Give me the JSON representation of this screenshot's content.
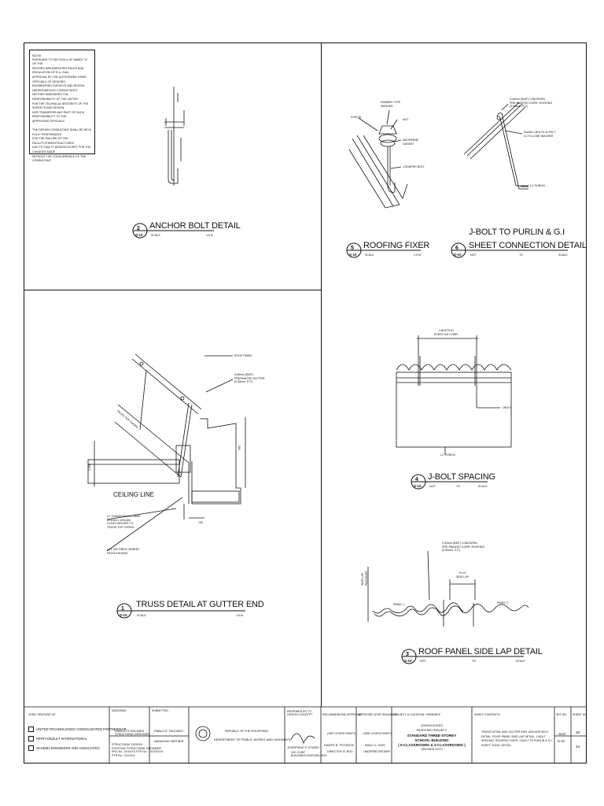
{
  "note": {
    "title": "NOTE:",
    "lines": [
      "PURSUANT TO SECTION 4 OF ANNEX \"A\" OF THE",
      "REVISED IMPLEMENTING RULES AND REGULATION OF R.A. 9184,",
      "APPROVAL BY THE AUTHORIZED DPWH OFFICIALS OF DESIGNS,",
      "ENGINEERING SURVEYS AND DESIGN UNDERTAKEN BY CONSULTANTS",
      "NEITHER DIMINISHES THE RESPONSIBILITY OF THE LATTER",
      "FOR THE TECHNICAL INTEGRITY OF THE SURVEYS AND DESIGN",
      "NOR TRANSFERS ANY PART OF SUCH RESPONSIBILITY TO THE",
      "APPROVING OFFICIALS.",
      "",
      "THE DESIGN CONSULTANT SHALL BE HELD FULLY RESPONSIBLE",
      "FOR THE FAILURE OF THE FACILITY/ITEMS/STRUCTURES",
      "DUE TO FAULTY DESIGN EXCEPT FOR THE CHANGES MADE",
      "WITHOUT THE CONCURRENCE OF THE CONSULTANT."
    ]
  },
  "details": {
    "d2": {
      "num": "2",
      "sheet": "S-10",
      "title": "ANCHOR BOLT DETAIL",
      "scale_label": "SCALE",
      "scale": "1:5 M"
    },
    "d5": {
      "num": "5",
      "sheet": "S-10",
      "title": "ROOFING FIXER",
      "scale_label": "SCALE",
      "scale": "1:5 M"
    },
    "d6": {
      "num": "6",
      "sheet": "S-10",
      "title1": "J-BOLT TO PURLIN & G.I",
      "title2": "SHEET CONNECTION DETAIL",
      "not": "NOT",
      "to": "TO",
      "scale": "SCALE"
    },
    "d4": {
      "num": "4",
      "sheet": "S-10",
      "title": "J-BOLT SPACING",
      "not": "NOT",
      "to": "TO",
      "scale": "SCALE"
    },
    "d1": {
      "num": "1",
      "sheet": "S-10",
      "title": "TRUSS DETAIL AT GUTTER END",
      "scale_label": "SCALE",
      "scale": "1:5 M"
    },
    "d3": {
      "num": "3",
      "sheet": "S-10",
      "title": "ROOF PANEL SIDE LAP DETAIL",
      "not": "NOT",
      "to": "TO",
      "scale": "SCALE"
    }
  },
  "labels": {
    "rf_washer": "RUBBER TYPE\nWASHER",
    "rf_purlin": "PURLIN",
    "rf_nut": "NUT",
    "rf_neoprene": "NEOPRENE\nGASKET",
    "rf_jshaped": "J-SHAPED BOLT",
    "jb_sheet": "0.40mm (BMT) LONGSPAN\nPRE-PAINTED CORR. ROOFING\n(0.50mm TCT)",
    "jb_bolt": "6mmØ J-BOLTS w/ FELT\n& CYCLONE WASHER",
    "jb_purlin": "LC PURLIN",
    "sp_dim": "J-BOLTS AT\nEVERY 3rd CORR.",
    "sp_jbolt": "J-BOLT",
    "sp_purlin": "LC PURLIN",
    "tr_roof": "ROOF PANEL",
    "tr_gutter": "0.60mm (BMT)\nPREPAINTED GUTTER\n(0.65mm TCT)",
    "tr_ceiling": "CEILING LINE",
    "tr_member": "LC 100x50x15x1.2 COMB.\nw/ 6mm x 100x100\nCLEAT WELDED TO\nTRUSS TOP CHORD",
    "tr_fascia": "12 x 300 FIBER CEMENT\nFASCIA BOARD",
    "tr_dim150": "150",
    "tr_dim300": "300",
    "tr_dim1200": "1,200",
    "tr_topchord": "TRUSS TOP CHORD",
    "sl_sheet": "0.40mm (BMT) LONGSPAN\nPRE-PAINTED CORR. ROOFING\n(0.50mm TCT)",
    "sl_lap": "3+1/2\nSIDE LAP",
    "sl_p1": "PANEL 1",
    "sl_p2": "PANEL 2",
    "sl_side": "SIDE LAP\nFASTENER"
  },
  "title_block": {
    "jv_label": "JOINT VENTURE OF:",
    "firms": [
      "UNITED TECHNOLOGIES CONSOLIDATED PARTNERSHIP",
      "PERTCONSULT INTERNATIONAL",
      "SCHEMA ENGINEERS AND ASSOCIATES"
    ],
    "designed_label": "DESIGNED",
    "designed_name": "PAULOTS RACINES",
    "designed_role": "STRUCTURAL DESIGNER",
    "designed_lines": [
      "STRUCTURAL DESIGN",
      "POSITION: STRUCTURAL ENGINEER",
      "PRC No.: 0XXXXX    PTR No.: 7XXXXXXX",
      "PTR No.: 2XXXXX"
    ],
    "submitted_label": "SUBMITTED",
    "submitted_name": "PABLO E. RACINES",
    "submitted_role": "MANAGING PARTNER",
    "republic": "REPUBLIC OF THE PHILIPPINES",
    "department": "DEPARTMENT OF PUBLIC WORKS AND HIGHWAYS",
    "reviewed_label": "REVIEWED AS TO DESIGN CONCEPT",
    "reviewed_name": "JOSEPHINE P. STURIS",
    "reviewed_role": "OIC-CHIEF\nBUILDINGS DIVISION, BOD",
    "recommending_label": "RECOMMENDING APPROVAL",
    "recommending_note": "(SEE COVER SHEET)",
    "recommending_name": "DANTE B. POTANTE",
    "recommending_role": "DIRECTOR IV, BOD",
    "approved_label": "APPROVED (FOR ISSUANCE)",
    "approved_note": "(SEE COVER SHEET)",
    "approved_name": "RAUL C. ASIS",
    "approved_role": "UNDERSECRETARY",
    "project_label": "PROJECT & LOCATION / REMARKS",
    "project_lines": [
      "CONSOLIDATED",
      "PROPOSED PROJECT:",
      "STANDARD THREE-STOREY",
      "SCHOOL BUILDING",
      "( 6-CLASSROOMS & 3-CLASSROOMS )",
      "(REVISED 2017)"
    ],
    "contents_label": "SHEET CONTENTS",
    "contents_lines": [
      "TRUSS DETAIL AND GUTTER END, ANCHOR BOLT",
      "DETAIL, ROOF PANEL SIDE LAP DETAIL, J-BOLT",
      "SPACING, ROOFING FIXER, J-BOLT TO PURLIN & G.I",
      "SHEET CONN. DETAIL"
    ],
    "set_label": "SET NO.",
    "set_top": "SCO",
    "set_bottom": "S-10",
    "sheet_label": "SHEET NO.",
    "sheet_top": "28",
    "sheet_bottom": "44"
  }
}
